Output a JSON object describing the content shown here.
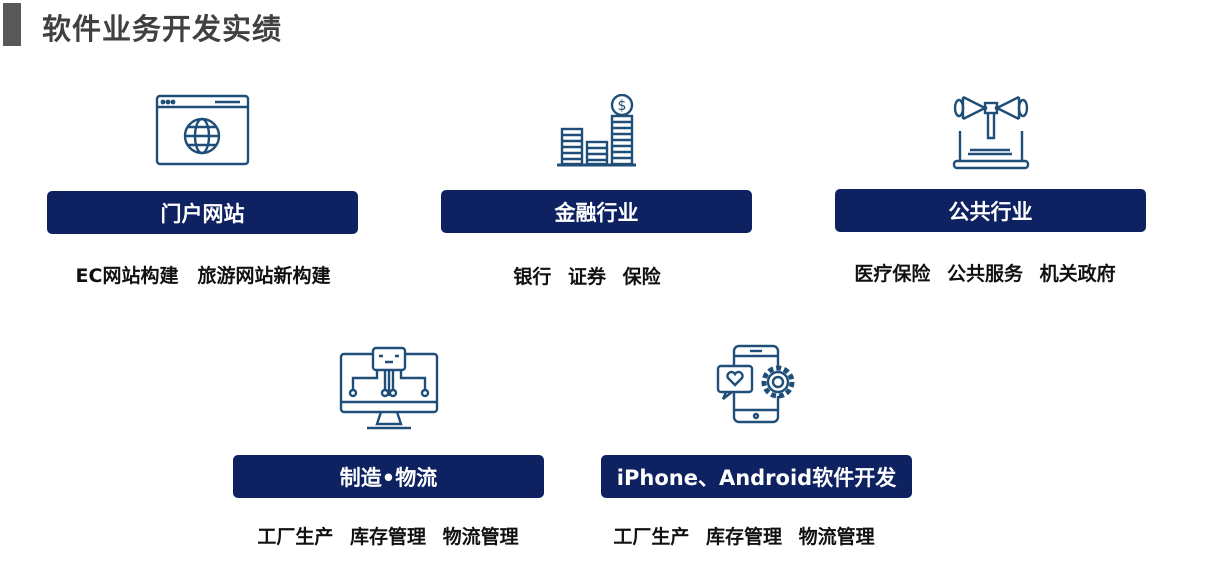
{
  "title": "软件业务开发实绩",
  "sections": [
    {
      "label": "门户网站",
      "items": "EC网站构建　旅游网站新构建",
      "icon": "globe-window-icon"
    },
    {
      "label": "金融行业",
      "items": "银行 证券 保险",
      "icon": "coins-dollar-icon"
    },
    {
      "label": "公共行业",
      "items": "医疗保险 公共服务 机关政府",
      "icon": "megaphone-laptop-icon"
    },
    {
      "label": "制造•物流",
      "items": "工厂生产 库存管理 物流管理",
      "icon": "monitor-circuit-icon"
    },
    {
      "label": "iPhone、Android软件开发",
      "items": "工厂生产 库存管理 物流管理",
      "icon": "phone-gear-icon"
    }
  ],
  "colors": {
    "banner": "#0e2262",
    "icon": "#1f4e79",
    "title": "#404040"
  }
}
